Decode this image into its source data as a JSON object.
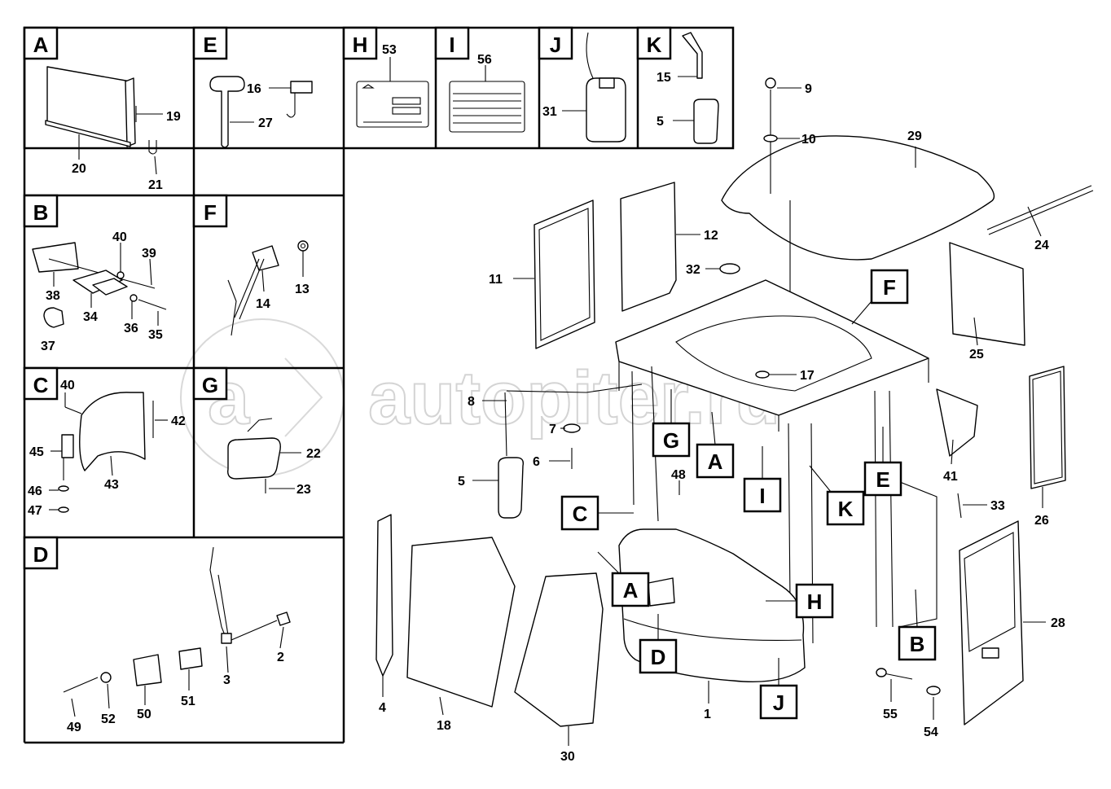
{
  "sections": [
    {
      "letter": "A",
      "parts": [
        "19",
        "20",
        "21"
      ]
    },
    {
      "letter": "E",
      "parts": [
        "16",
        "27"
      ]
    },
    {
      "letter": "H",
      "parts": [
        "53"
      ]
    },
    {
      "letter": "I",
      "parts": [
        "56"
      ]
    },
    {
      "letter": "J",
      "parts": [
        "31"
      ]
    },
    {
      "letter": "K",
      "parts": [
        "15",
        "5"
      ]
    },
    {
      "letter": "B",
      "parts": [
        "40",
        "39",
        "38",
        "34",
        "36",
        "35",
        "37"
      ]
    },
    {
      "letter": "F",
      "parts": [
        "13",
        "14"
      ]
    },
    {
      "letter": "C",
      "parts": [
        "40",
        "42",
        "45",
        "43",
        "46",
        "47"
      ]
    },
    {
      "letter": "G",
      "parts": [
        "22",
        "23"
      ]
    },
    {
      "letter": "D",
      "parts": [
        "2",
        "3",
        "49",
        "52",
        "50",
        "51"
      ]
    }
  ],
  "main_parts": [
    "9",
    "10",
    "29",
    "24",
    "12",
    "11",
    "32",
    "25",
    "17",
    "8",
    "7",
    "6",
    "5",
    "48",
    "41",
    "33",
    "26",
    "28",
    "4",
    "18",
    "30",
    "1",
    "55",
    "54"
  ],
  "callouts": [
    "F",
    "G",
    "A",
    "I",
    "K",
    "E",
    "C",
    "A",
    "H",
    "D",
    "J",
    "B"
  ],
  "watermark": "autopiter.ru",
  "colors": {
    "line": "#000000",
    "background": "#ffffff",
    "watermark": "#d4d4d4"
  }
}
